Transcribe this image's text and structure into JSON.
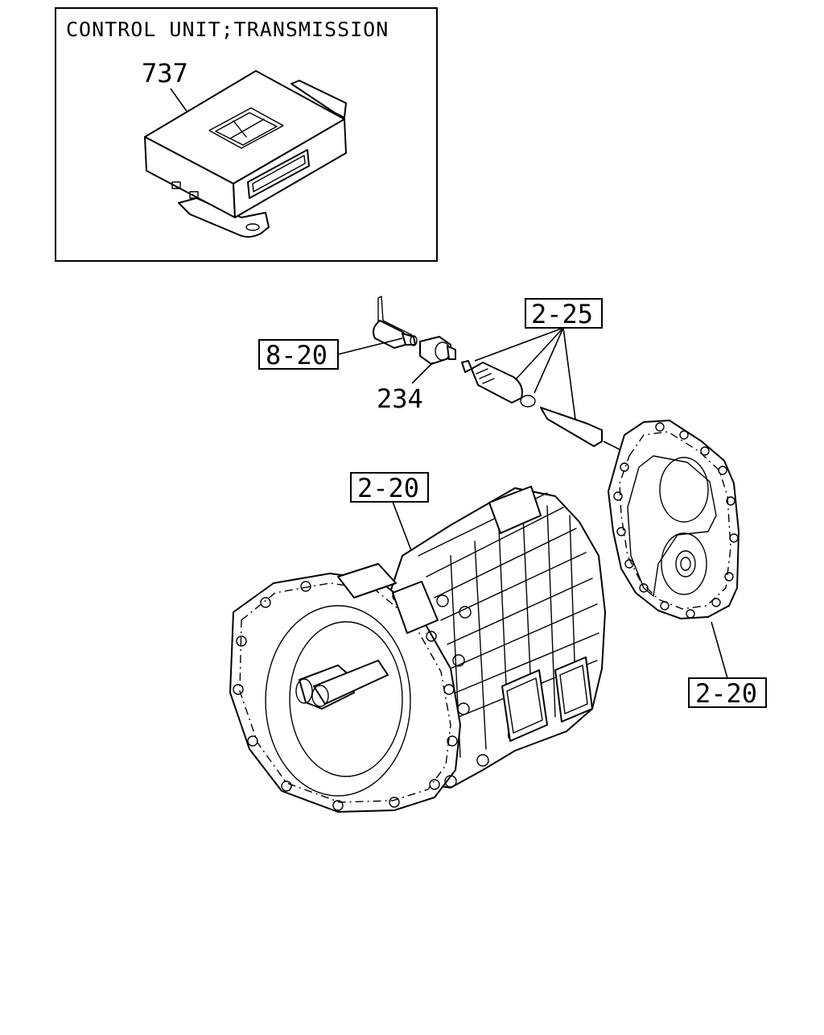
{
  "inset": {
    "title": "CONTROL UNIT;TRANSMISSION",
    "part_label": "737"
  },
  "callouts": {
    "ref_8_20": "8-20",
    "part_234": "234",
    "ref_2_25": "2-25",
    "ref_2_20_main": "2-20",
    "ref_2_20_cover": "2-20"
  }
}
